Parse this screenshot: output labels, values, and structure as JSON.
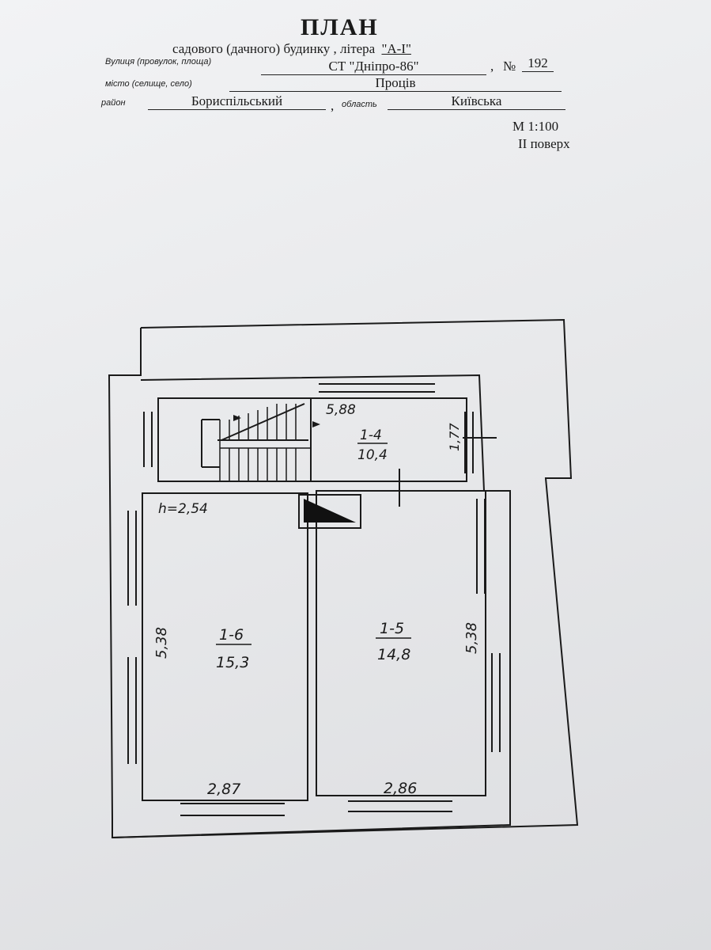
{
  "header": {
    "title": "ПЛАН",
    "subtitle": "садового (дачного) будинку , літера",
    "litera": "\"А-І\"",
    "street_label": "Вулиця (провулок, площа)",
    "street_value": "СТ \"Дніпро-86\"",
    "number_label": "№",
    "number_value": "192",
    "city_label": "місто (селище, село)",
    "city_value": "Проців",
    "district_label": "район",
    "district_value": "Бориспільський",
    "region_label": "область",
    "region_value": "Київська",
    "scale": "М 1:100",
    "floor": "ІІ поверх"
  },
  "plan": {
    "height_note": "h=2,54",
    "rooms": [
      {
        "id": "1-4",
        "area": "10,4"
      },
      {
        "id": "1-6",
        "area": "15,3"
      },
      {
        "id": "1-5",
        "area": "14,8"
      }
    ],
    "dimensions": {
      "room_1_4_length": "5,88",
      "room_1_4_width": "1,77",
      "room_1_6_height": "5,38",
      "room_1_6_width": "2,87",
      "room_1_5_height": "5,38",
      "room_1_5_width": "2,86"
    }
  }
}
